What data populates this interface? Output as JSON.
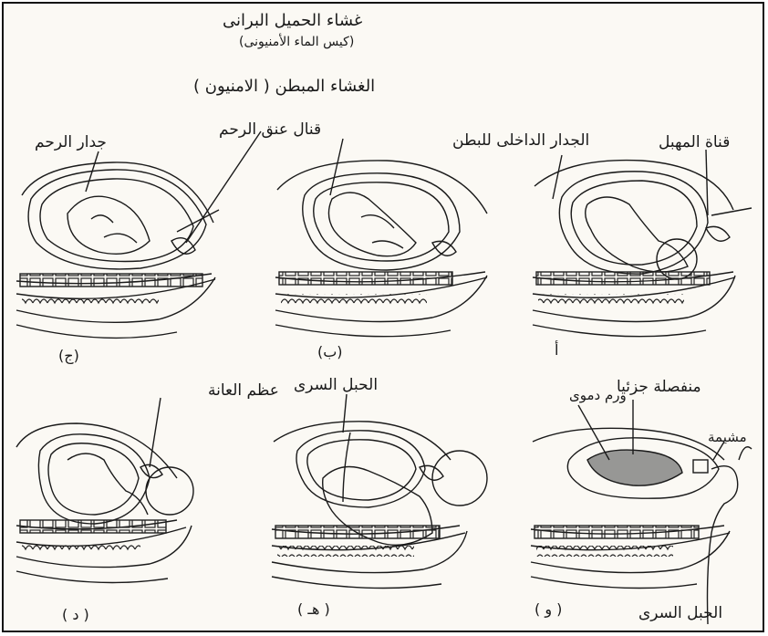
{
  "title_block": {
    "outer_membrane": "غشاء الحميل البرانى",
    "outer_membrane_note": "(كيس الماء الأمنيونى)",
    "inner_membrane": "الغشاء المبطن ( الامنيون )"
  },
  "labels": {
    "uterus_wall": "جدار الرحم",
    "cervix_canal": "قنال عنق الرحم",
    "inner_abdominal_wall": "الجدار الداخلى للبطن",
    "vaginal_canal": "قناة المهبل",
    "pubic_bone": "عظم العانة",
    "umbilical_cord_top": "الحبل السرى",
    "partially_detached": "منفصلة جزئيا",
    "blood_clot": "ورم دموى",
    "placenta": "مشيمة",
    "umbilical_cord_bottom": "الحبل السرى"
  },
  "stages": {
    "a": "أ",
    "b": "(ب)",
    "c": "(ج)",
    "d": "( د )",
    "e": "( هـ )",
    "f": "( و )"
  }
}
